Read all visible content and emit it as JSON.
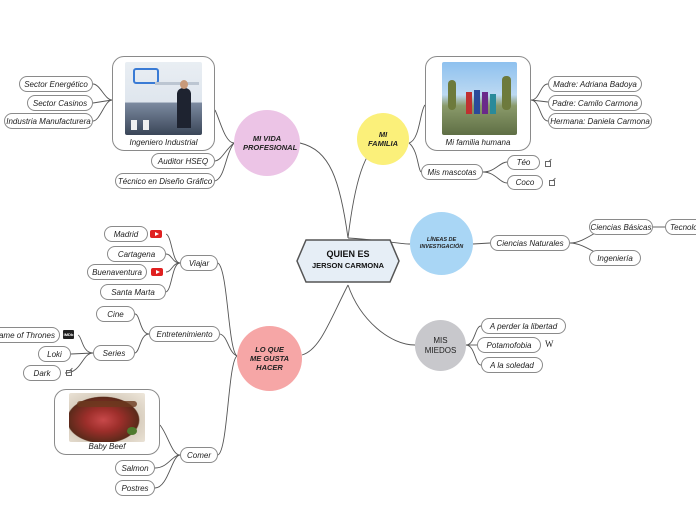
{
  "center": {
    "title": "QUIEN ES",
    "subtitle": "JERSON CARMONA"
  },
  "profesional": {
    "label": "MI VIDA PROFESIONAL",
    "image_caption": "Ingeniero Industrial",
    "image_sub": [
      "Sector Energético",
      "Sector Casinos",
      "Industria Manufacturera"
    ],
    "items": [
      "Auditor HSEQ",
      "Técnico en Diseño Gráfico"
    ],
    "color": "#ecc4e6"
  },
  "familia": {
    "label": "MI FAMILIA",
    "image_caption": "Mi familia humana",
    "image_sub": [
      "Madre: Adriana Badoya",
      "Padre: Camilo Carmona",
      "Hermana: Daniela Carmona"
    ],
    "mascotas": {
      "label": "Mis mascotas",
      "items": [
        "Téo",
        "Coco"
      ]
    },
    "color": "#fbf07a"
  },
  "investigacion": {
    "label": "LÍNEAS DE INVESTIGACIÓN",
    "child": "Ciencias Naturales",
    "sub": [
      "Ciencias Básicas",
      "Tecnología",
      "Ingeniería"
    ],
    "color": "#a9d6f5"
  },
  "miedos": {
    "label": "MIS MIEDOS",
    "items": [
      "A perder la libertad",
      "Potamofobia",
      "A la soledad"
    ],
    "color": "#c8c8cc"
  },
  "gusta": {
    "label": "LO QUE ME GUSTA HACER",
    "color": "#f6a6a6",
    "viajar": {
      "label": "Viajar",
      "items": [
        "Madrid",
        "Cartagena",
        "Buenaventura",
        "Santa Marta"
      ]
    },
    "entretenimiento": {
      "label": "Entretenimiento",
      "cine": "Cine",
      "series": {
        "label": "Series",
        "items": [
          "Game of Thrones",
          "Loki",
          "Dark"
        ]
      }
    },
    "comer": {
      "label": "Comer",
      "image_caption": "Baby Beef",
      "items": [
        "Salmon",
        "Postres"
      ]
    }
  },
  "icons": {
    "youtube": "youtube-icon",
    "external": "external-link-icon",
    "imdb": "imdb-icon",
    "wikipedia": "wikipedia-icon"
  }
}
